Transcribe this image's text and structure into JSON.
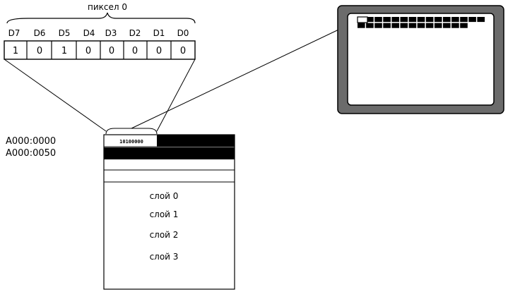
{
  "diagram": {
    "pixel_label": "пиксел 0",
    "bit_names": [
      "D7",
      "D6",
      "D5",
      "D4",
      "D3",
      "D2",
      "D1",
      "D0"
    ],
    "bit_values": [
      "1",
      "0",
      "1",
      "0",
      "0",
      "0",
      "0",
      "0"
    ],
    "byte_value": "10100000",
    "addresses": [
      "A000:0000",
      "A000:0050"
    ],
    "layers": [
      "слой 0",
      "слой 1",
      "слой 2",
      "слой 3"
    ],
    "colors": {
      "ink": "#000000",
      "bezel": "#6b6b6b",
      "screen": "#ffffff"
    }
  }
}
